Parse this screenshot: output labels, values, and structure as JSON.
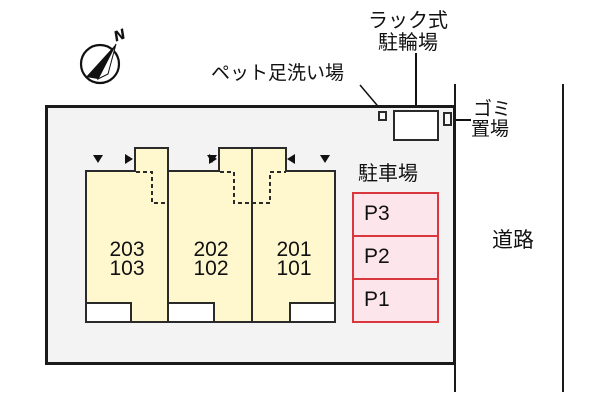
{
  "compass": {
    "label": "N",
    "icon": "north-arrow-icon"
  },
  "labels": {
    "pet_wash": "ペット足洗い場",
    "bike_rack_line1": "ラック式",
    "bike_rack_line2": "駐輪場",
    "trash_line1": "ゴミ",
    "trash_line2": "置場",
    "parking_title": "駐車場",
    "road": "道路"
  },
  "units": [
    {
      "upper": "203",
      "lower": "103"
    },
    {
      "upper": "202",
      "lower": "102"
    },
    {
      "upper": "201",
      "lower": "101"
    }
  ],
  "parking": {
    "slots": [
      "P3",
      "P2",
      "P1"
    ]
  },
  "colors": {
    "building_fill": "#fff8cf",
    "parking_fill": "#fce6ec",
    "parking_border": "#d9363e",
    "lot_fill": "#f3f3f3"
  }
}
